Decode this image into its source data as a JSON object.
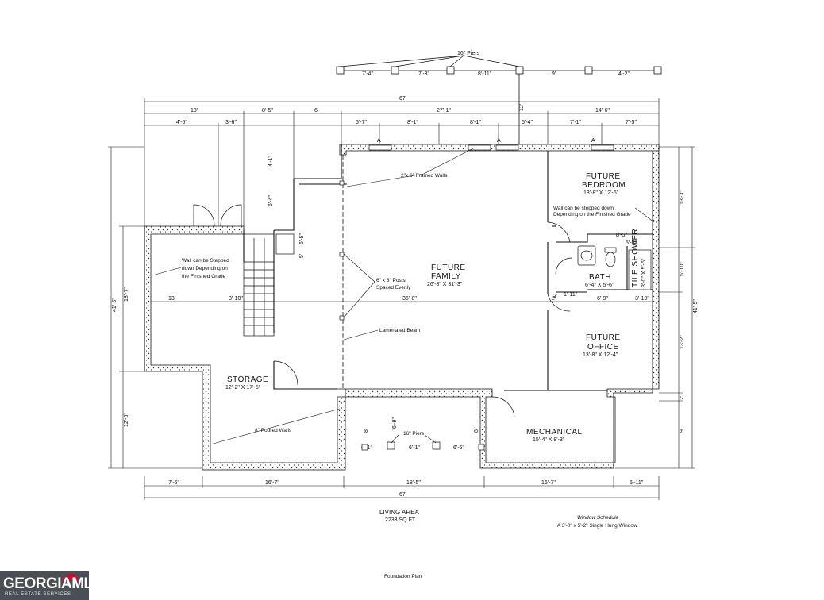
{
  "piers": {
    "label": "16\" Piers",
    "spacings": [
      "7'-4\"",
      "7'-3\"",
      "8'-11\"",
      "9'",
      "4'-2\""
    ]
  },
  "dimensions": {
    "overall_top": "67'",
    "overall_bottom": "67'",
    "top_row": [
      "13'",
      "8'-5\"",
      "6'",
      "27'-1\"",
      "14'-6\""
    ],
    "top_row2": [
      "4'-6\"",
      "3'-6\"",
      "5'-7\"",
      "8'-1\"",
      "8'-1\"",
      "5'-4\"",
      "7'-1\"",
      "7'-5\""
    ],
    "bottom_row": [
      "7'-6\"",
      "16'-7\"",
      "18'-5\"",
      "16'-7\"",
      "5'-11\""
    ],
    "left_overall": "41'-5\"",
    "left_upper": "18'-7\"",
    "left_lower": "12'-5\"",
    "right_overall": "41'-5\"",
    "right_segments": [
      "13'-3\"",
      "5'-10\"",
      "13'-2\"",
      "2'",
      "9'"
    ],
    "misc": [
      "12'",
      "4'-1\"",
      "6'-4\"",
      "6'-5\"",
      "13'",
      "3'-10\"",
      "35'-8\"",
      "2'",
      "6'-9\"",
      "3'-10\"",
      "1'-11\"",
      "8'-5\"",
      "5'-6\"",
      "6'-1\"",
      "6'-1\"",
      "6'-6\"",
      "6'-9\"",
      "8'",
      "8'",
      "2'",
      "5'"
    ]
  },
  "rooms": {
    "family": {
      "name1": "FUTURE",
      "name2": "FAMILY",
      "size": "26'-8\" X 31'-3\""
    },
    "bedroom": {
      "name1": "FUTURE",
      "name2": "BEDROOM",
      "size": "13'-8\" X 12'-6\""
    },
    "bath": {
      "name": "BATH",
      "size": "6'-4\" X 5'-6\""
    },
    "shower": {
      "name": "TILE SHOWER",
      "size": "3'-0\" X 5'-6\""
    },
    "office": {
      "name1": "FUTURE",
      "name2": "OFFICE",
      "size": "13'-8\" X 12'-4\""
    },
    "storage": {
      "name": "STORAGE",
      "size": "12'-2\" X 17'-5\""
    },
    "mechanical": {
      "name": "MECHANICAL",
      "size": "15'-4\" X 8'-3\""
    }
  },
  "notes": {
    "framed_walls": "2\"x 6\" Framed Walls",
    "stepped_left_1": "Wall can be Stepped",
    "stepped_left_2": "down Depending on",
    "stepped_left_3": "the Finished Grade",
    "stepped_right_1": "Wall can be stepped down",
    "stepped_right_2": "Depending on the Finished Grade",
    "posts_1": "6\" x 6\" Posts",
    "posts_2": "Spaced Evenly",
    "beam": "Lamenated Beam",
    "poured": "8\" Poured Walls",
    "piers_lower": "16\" Piers"
  },
  "living_area": {
    "title": "LIVING AREA",
    "value": "2233 SQ FT"
  },
  "window_schedule": {
    "title": "Window Schedule",
    "item": "A  3'-0\" x 5'-2\" Single Hung Window"
  },
  "window_tag": "A",
  "footer": {
    "title": "Foundation Plan"
  },
  "logo": {
    "name": "GEORGIAMLS",
    "tagline": "REAL ESTATE SERVICES"
  }
}
